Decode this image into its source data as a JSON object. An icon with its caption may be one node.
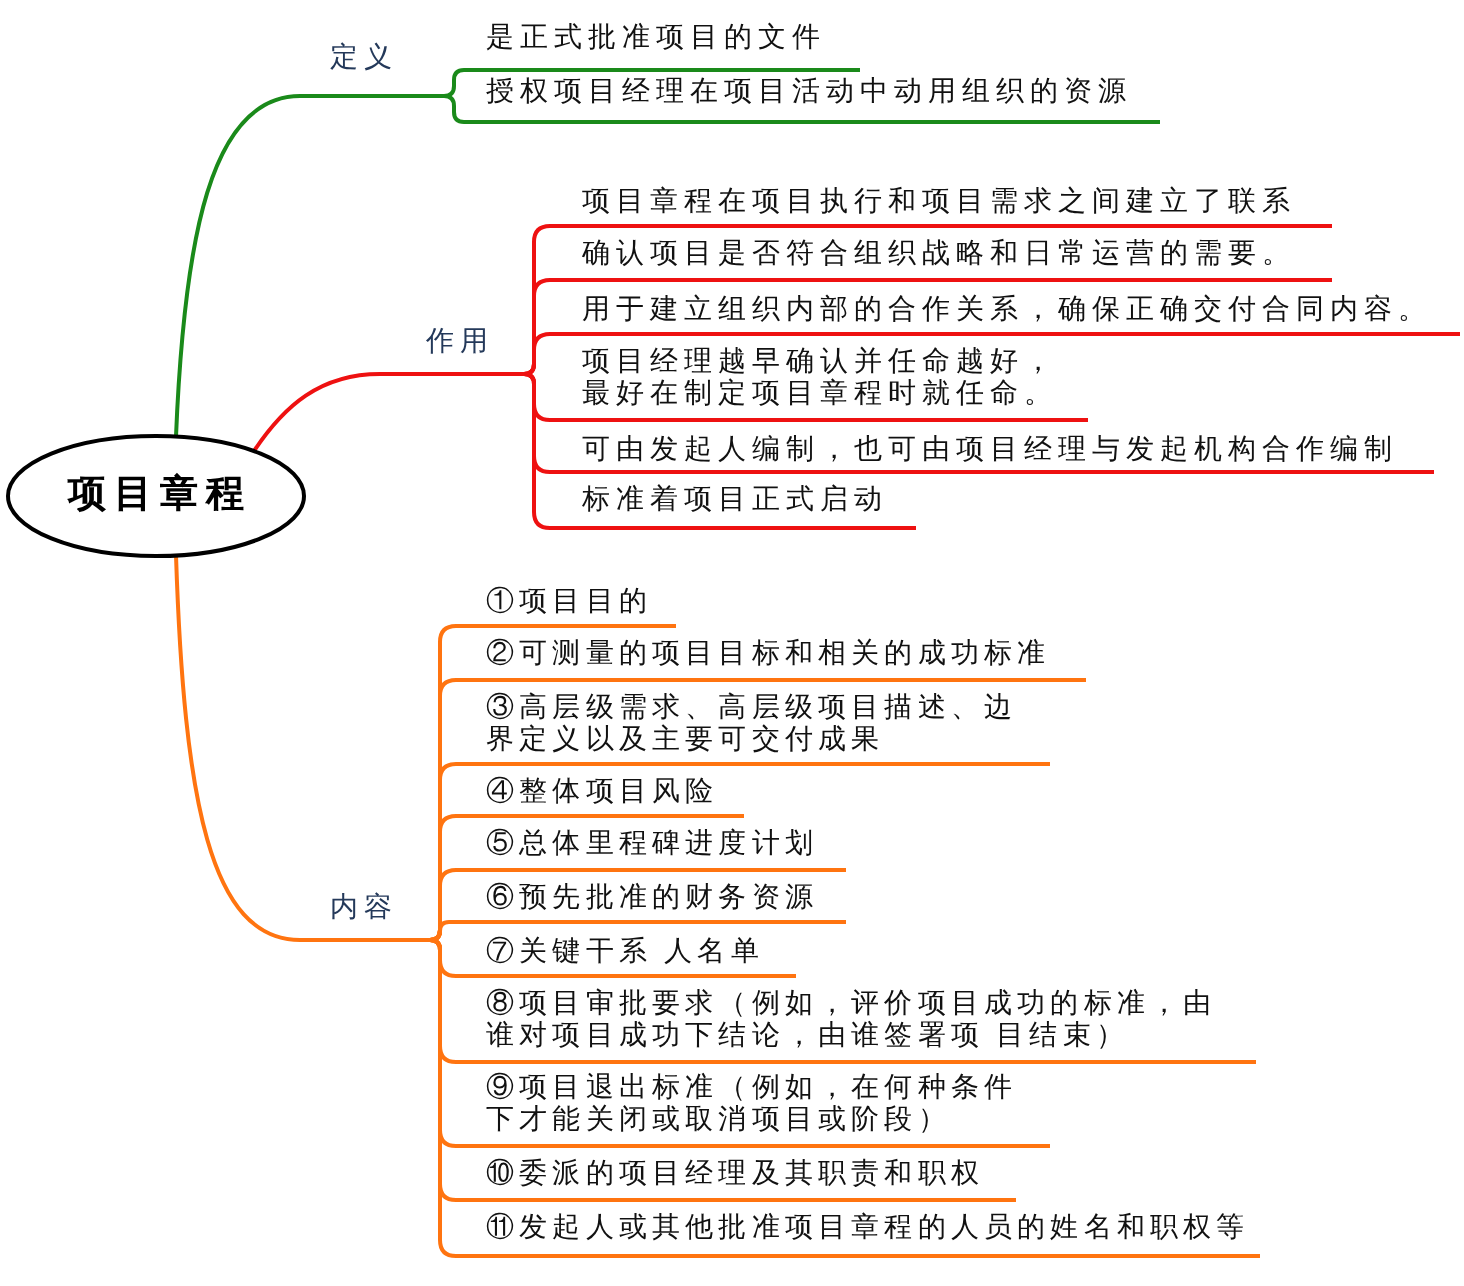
{
  "diagram": {
    "nodes": [
      {
        "text": [
          "项目章程"
        ]
      },
      {
        "text": [
          "定义"
        ]
      },
      {
        "text": [
          "是正式批准项目的文件"
        ]
      },
      {
        "text": [
          "授权项目经理在项目活动中动用组织的资源"
        ]
      },
      {
        "text": [
          "作用"
        ]
      },
      {
        "text": [
          "项目章程在项目执行和项目需求之间建立了联系"
        ]
      },
      {
        "text": [
          "确认项目是否符合组织战略和日常运营的需要。"
        ]
      },
      {
        "text": [
          "用于建立组织内部的合作关系，确保正确交付合同内容。"
        ]
      },
      {
        "text": [
          "项目经理越早确认并任命越好，最好在制定项目章程时就任命。"
        ]
      },
      {
        "text": [
          "可由发起人编制，也可由项目经理与发起机构合作编制"
        ]
      },
      {
        "text": [
          "标准着项目正式启动"
        ]
      },
      {
        "text": [
          "内容"
        ]
      },
      {
        "text": [
          "①项目目的"
        ]
      },
      {
        "text": [
          "②可测量的项目目标和相关的成功标准"
        ]
      },
      {
        "text": [
          "③高层级需求、高层级项目描述、边界定义以及主要可交付成果"
        ]
      },
      {
        "text": [
          "④整体项目风险"
        ]
      },
      {
        "text": [
          "⑤总体里程碑进度计划"
        ]
      },
      {
        "text": [
          "⑥预先批准的财务资源"
        ]
      },
      {
        "text": [
          "⑦关键干系 人名单"
        ]
      },
      {
        "text": [
          "⑧项目审批要求（例如，评价项目成功的标准，由谁对项目成功下结论，由谁签署项 目结束）"
        ]
      },
      {
        "text": [
          "⑨项目退出标准（例如，在何种条件下才能关闭或取消项目或阶段）"
        ]
      },
      {
        "text": [
          "⑩委派的项目经理及其职责和职权"
        ]
      },
      {
        "text": [
          "⑪发起人或其他批准项目章程的人员的姓名和职权等"
        ]
      }
    ],
    "edges": [
      {
        "from": 0,
        "to": 1,
        "arrow": "none",
        "color": "#1a8a1a"
      },
      {
        "from": 1,
        "to": 2,
        "arrow": "none",
        "color": "#1a8a1a"
      },
      {
        "from": 1,
        "to": 3,
        "arrow": "none",
        "color": "#1a8a1a"
      },
      {
        "from": 0,
        "to": 4,
        "arrow": "none",
        "color": "#ee1111"
      },
      {
        "from": 4,
        "to": 5,
        "arrow": "none",
        "color": "#ee1111"
      },
      {
        "from": 4,
        "to": 6,
        "arrow": "none",
        "color": "#ee1111"
      },
      {
        "from": 4,
        "to": 7,
        "arrow": "none",
        "color": "#ee1111"
      },
      {
        "from": 4,
        "to": 8,
        "arrow": "none",
        "color": "#ee1111"
      },
      {
        "from": 4,
        "to": 9,
        "arrow": "none",
        "color": "#ee1111"
      },
      {
        "from": 4,
        "to": 10,
        "arrow": "none",
        "color": "#ee1111"
      },
      {
        "from": 0,
        "to": 11,
        "arrow": "none"
      },
      {
        "from": 11,
        "to": 12,
        "arrow": "none"
      },
      {
        "from": 11,
        "to": 13,
        "arrow": "none"
      },
      {
        "from": 11,
        "to": 14,
        "arrow": "none"
      },
      {
        "from": 11,
        "to": 15,
        "arrow": "none"
      },
      {
        "from": 11,
        "to": 16,
        "arrow": "none"
      },
      {
        "from": 11,
        "to": 17,
        "arrow": "none"
      },
      {
        "from": 11,
        "to": 18,
        "arrow": "none"
      },
      {
        "from": 11,
        "to": 19,
        "arrow": "none"
      },
      {
        "from": 11,
        "to": 20,
        "arrow": "none"
      },
      {
        "from": 11,
        "to": 21,
        "arrow": "none"
      },
      {
        "from": 11,
        "to": 22,
        "arrow": "none"
      }
    ]
  }
}
